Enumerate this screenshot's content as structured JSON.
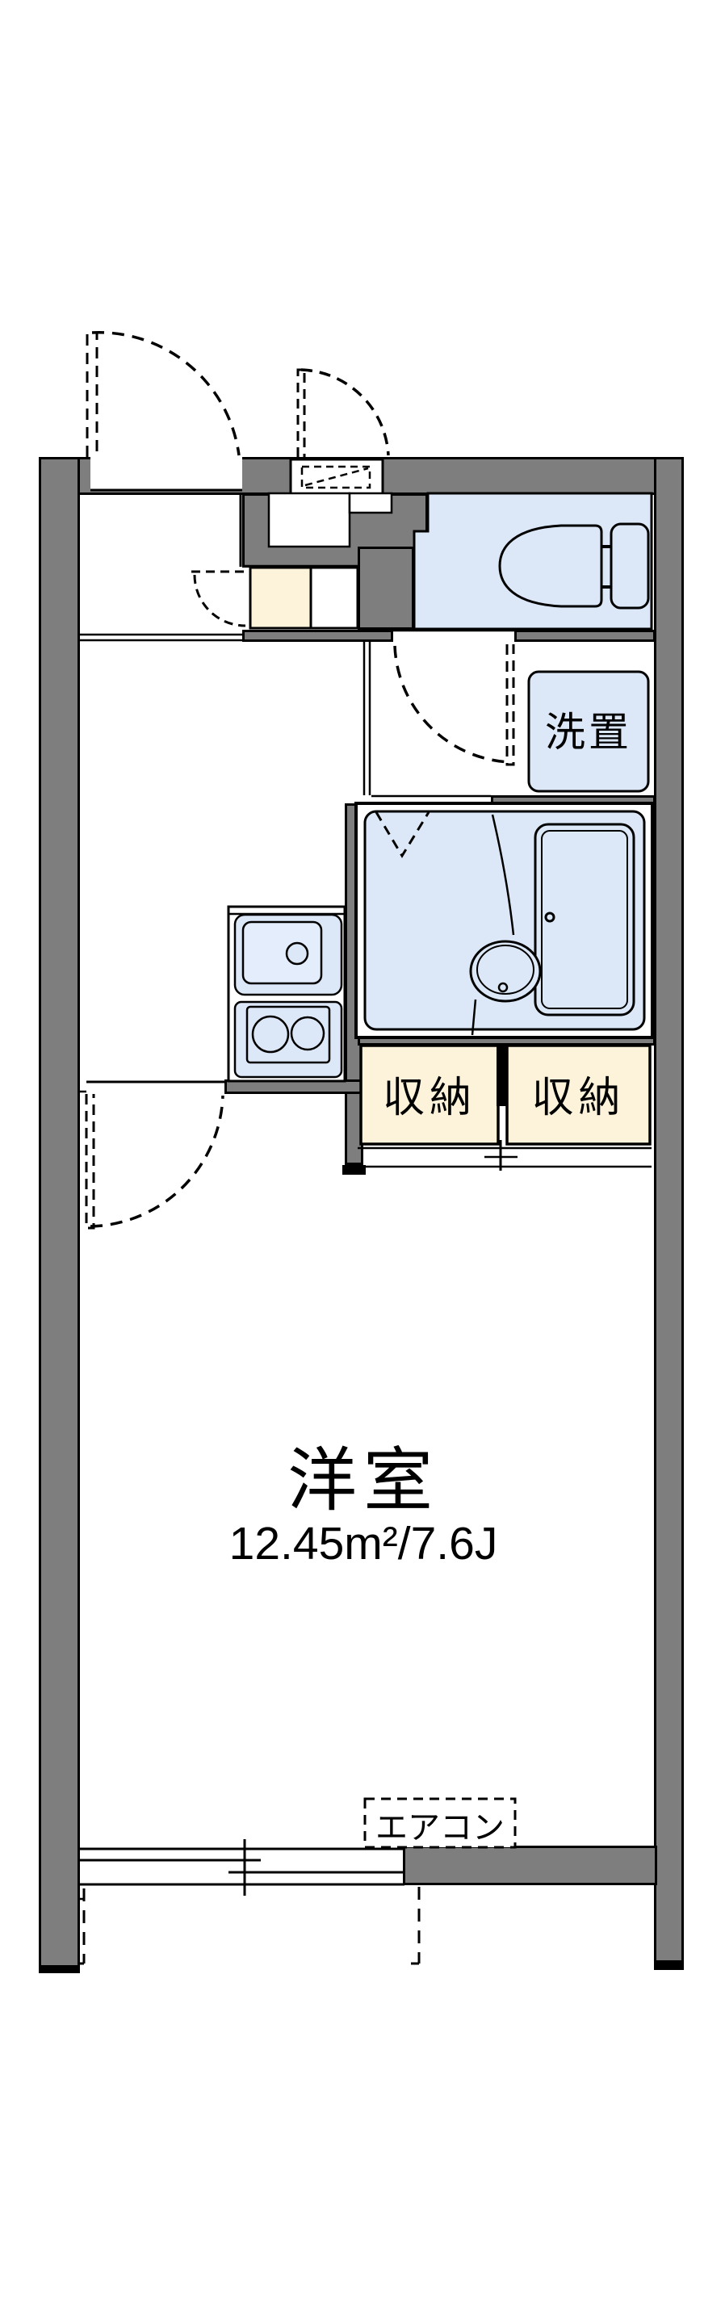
{
  "title": "1K apartment floor plan",
  "rooms": {
    "main_room": {
      "label": "洋室",
      "size_label": "12.45m²/7.6J"
    },
    "laundry_space": {
      "label": "洗置"
    },
    "closets": [
      {
        "label": "収納"
      },
      {
        "label": "収納"
      }
    ],
    "aircon": {
      "label": "エアコン"
    }
  },
  "colors": {
    "wall": "#7e7e7e",
    "line": "#000000",
    "water": "#dce8f8",
    "water_light": "#e3edfb",
    "storage": "#fdf2da",
    "floor": "#ffffff"
  }
}
